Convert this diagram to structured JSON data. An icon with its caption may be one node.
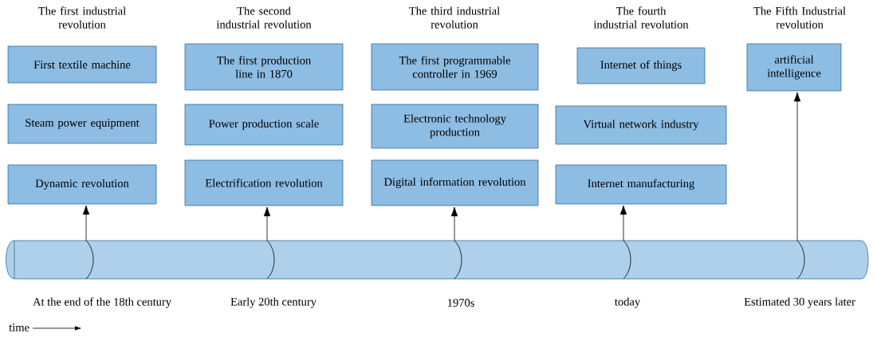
{
  "diagram": {
    "nodes": [
      {
        "text": [
          "First textile machine"
        ]
      },
      {
        "text": [
          "Steam power equipment"
        ]
      },
      {
        "text": [
          "Dynamic revolution"
        ]
      },
      {
        "text": [
          "The first production line in 1870"
        ]
      },
      {
        "text": [
          "Power production scale"
        ]
      },
      {
        "text": [
          "Electrification revolution"
        ]
      },
      {
        "text": [
          "The first programmable controller in 1969"
        ]
      },
      {
        "text": [
          "Electronic technology production"
        ]
      },
      {
        "text": [
          "Digital information revolution"
        ]
      },
      {
        "text": [
          "Internet of things"
        ]
      },
      {
        "text": [
          "Virtual network industry"
        ]
      },
      {
        "text": [
          "Internet manufacturing"
        ]
      },
      {
        "text": [
          "artificial intelligence"
        ]
      },
      {
        "text": [],
        "shape": "cylinder"
      }
    ],
    "edges": [
      {
        "from": 13,
        "to": 2,
        "arrow": "to"
      },
      {
        "from": 13,
        "to": 5,
        "arrow": "to"
      },
      {
        "from": 13,
        "to": 8,
        "arrow": "to"
      },
      {
        "from": 13,
        "to": 11,
        "arrow": "to"
      },
      {
        "from": 13,
        "to": 12,
        "arrow": "to"
      }
    ],
    "labels": [
      "The first industrial revolution",
      "The second industrial revolution",
      "The third industrial revolution",
      "The fourth industrial revolution",
      "The Fifth Industrial revolution",
      "At the end of the 18th century",
      "Early 20th century",
      "1970s",
      "today",
      "Estimated 30 years later",
      "time"
    ]
  }
}
